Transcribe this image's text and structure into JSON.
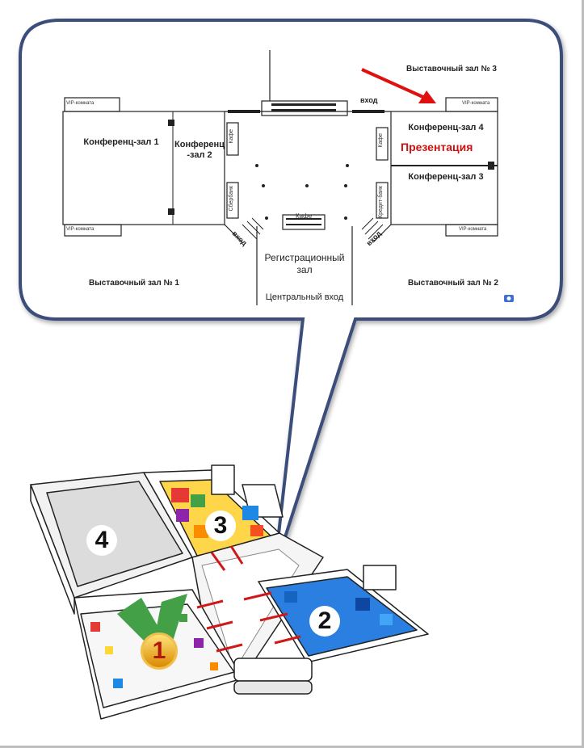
{
  "floorplan": {
    "hall3": "Выставочный зал № 3",
    "hall1": "Выставочный зал № 1",
    "hall2": "Выставочный зал № 2",
    "conf1": "Конференц-зал 1",
    "conf2_line1": "Конференц",
    "conf2_line2": "-зал 2",
    "conf4": "Конференц-зал 4",
    "conf3": "Конференц-зал 3",
    "presentation": "Презентация",
    "vip_room": "VIP-комната",
    "vip_room_short": "VIP-комната",
    "cafe": "Кафе",
    "sberbank": "Сбербанк",
    "kiosk": "Кредит-банк",
    "entrance": "вход",
    "registration_line1": "Регистрационный",
    "registration_line2": "зал",
    "central_entrance": "Центральный вход",
    "accent_color": "#cc1111"
  },
  "map3d": {
    "zone1": "1",
    "zone2": "2",
    "zone3": "3",
    "zone4": "4"
  }
}
